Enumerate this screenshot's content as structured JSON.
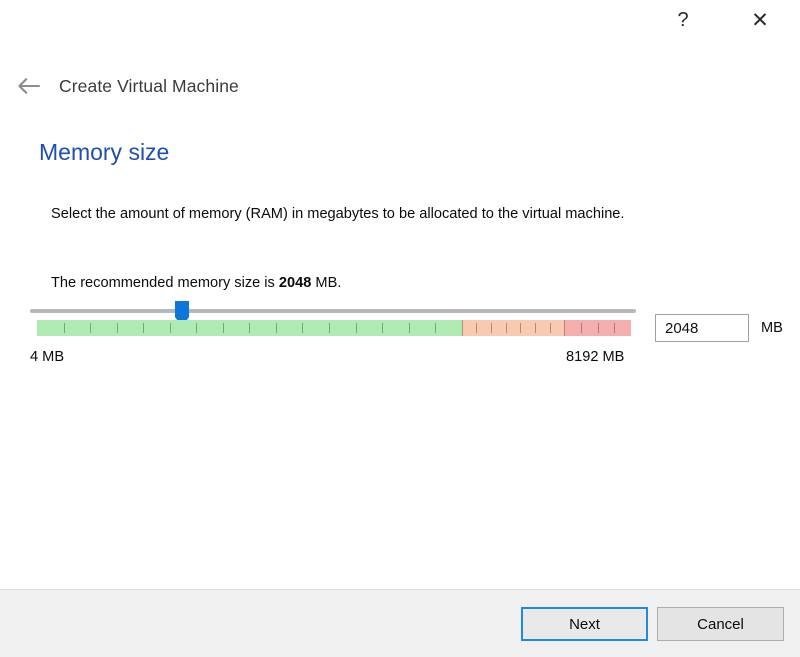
{
  "window": {
    "help_label": "?",
    "close_label": "✕",
    "back_icon": "left-arrow-icon",
    "title": "Create Virtual Machine"
  },
  "page": {
    "heading": "Memory size",
    "description": "Select the amount of memory (RAM) in megabytes to be allocated to the virtual machine.",
    "recommendation_prefix": "The recommended memory size is ",
    "recommendation_value": "2048",
    "recommendation_suffix": " MB."
  },
  "slider": {
    "name": "memory-size-slider",
    "min_label": "4 MB",
    "max_label": "8192 MB",
    "min_value": 4,
    "max_value": 8192,
    "current_value": 2048,
    "handle_position_percent": 25,
    "zones": [
      {
        "name": "safe",
        "color": "#aeeab2",
        "width_percent": 71.5,
        "ticks": 15
      },
      {
        "name": "warning",
        "color": "#f8cbb1",
        "width_percent": 17.3,
        "ticks": 6
      },
      {
        "name": "danger",
        "color": "#f5aeae",
        "width_percent": 11.2,
        "ticks": 3
      }
    ],
    "track_color": "#b6b8bb",
    "handle_color": "#0c77d8"
  },
  "spinbox": {
    "value": "2048",
    "unit": "MB",
    "increment_icon": "chevron-up-icon",
    "decrement_icon": "chevron-down-icon"
  },
  "footer": {
    "next_label": "Next",
    "cancel_label": "Cancel"
  },
  "colors": {
    "heading": "#1d4fb3",
    "accent": "#0c77d8",
    "footer_bg": "#f0f0f0"
  }
}
